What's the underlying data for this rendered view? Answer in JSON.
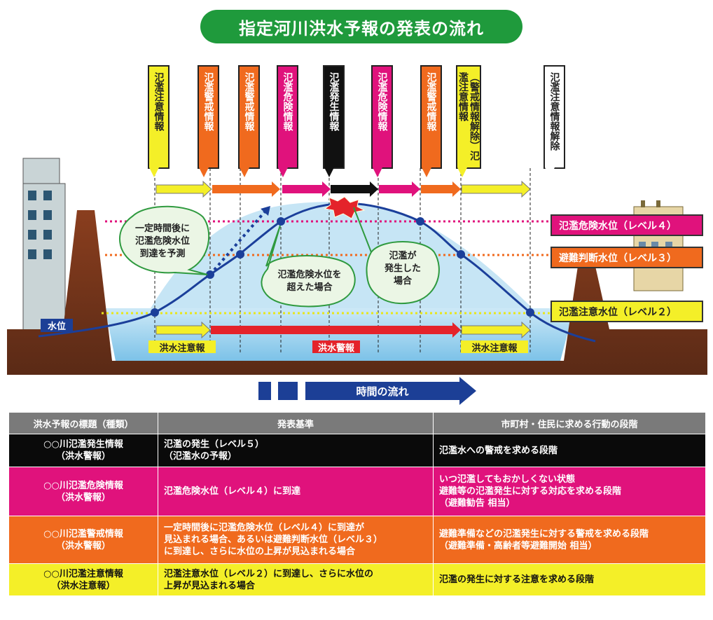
{
  "title": "指定河川洪水予報の発表の流れ",
  "flags": [
    {
      "text": "氾濫注意情報",
      "bg": "#f4ef28",
      "fg": "#222222"
    },
    {
      "text": "氾濫警戒情報",
      "bg": "#f06a1e",
      "fg": "#ffffff"
    },
    {
      "text": "氾濫警戒情報",
      "bg": "#f06a1e",
      "fg": "#ffffff"
    },
    {
      "text": "氾濫危険情報",
      "bg": "#e0127c",
      "fg": "#ffffff"
    },
    {
      "text": "氾濫発生情報",
      "bg": "#111111",
      "fg": "#ffffff"
    },
    {
      "text": "氾濫危険情報",
      "bg": "#e0127c",
      "fg": "#ffffff"
    },
    {
      "text": "氾濫警戒情報",
      "bg": "#f06a1e",
      "fg": "#ffffff"
    },
    {
      "text": "（警戒情報解除）氾濫注意情報",
      "bg": "#f4ef28",
      "fg": "#222222"
    },
    {
      "text": "氾濫注意情報解除",
      "bg": "#ffffff",
      "fg": "#222222"
    }
  ],
  "levels": {
    "l4": "氾濫危険水位（レベル４）",
    "l3": "避難判断水位（レベル３）",
    "l2": "氾濫注意水位（レベル２）"
  },
  "water_label": "水位",
  "bubbles": {
    "b1": "一定時間後に\n氾濫危険水位\n到達を予測",
    "b2": "氾濫危険水位を\n超えた場合",
    "b3": "氾濫が\n発生した\n場合"
  },
  "phases": {
    "p1": "洪水注意報",
    "p2": "洪水警報",
    "p3": "洪水注意報"
  },
  "time_flow": "時間の流れ",
  "table": {
    "headers": [
      "洪水予報の標題（種類）",
      "発表基準",
      "市町村・住民に求める行動の段階"
    ],
    "rows": [
      {
        "bg": "#0a0a0a",
        "fg": "#ffffff",
        "name": "○○川氾濫発生情報\n（洪水警報）",
        "criteria": "氾濫の発生（レベル５）\n（氾濫水の予報）",
        "action": "氾濫水への警戒を求める段階"
      },
      {
        "bg": "#e0127c",
        "fg": "#ffffff",
        "name": "○○川氾濫危険情報\n（洪水警報）",
        "criteria": "氾濫危険水位（レベル４）に到達",
        "action": "いつ氾濫してもおかしくない状態\n避難等の氾濫発生に対する対応を求める段階\n（避難勧告 相当）"
      },
      {
        "bg": "#f06a1e",
        "fg": "#ffffff",
        "name": "○○川氾濫警戒情報\n（洪水警報）",
        "criteria": "一定時間後に氾濫危険水位（レベル４）に到達が\n見込まれる場合、あるいは避難判断水位（レベル３）\nに到達し、さらに水位の上昇が見込まれる場合",
        "action": "避難準備などの氾濫発生に対する警戒を求める段階\n（避難準備・高齢者等避難開始 相当）"
      },
      {
        "bg": "#f4ef28",
        "fg": "#111111",
        "name": "○○川氾濫注意情報\n（洪水注意報）",
        "criteria": "氾濫注意水位（レベル２）に到達し、さらに水位の\n上昇が見込まれる場合",
        "action": "氾濫の発生に対する注意を求める段階"
      }
    ]
  }
}
